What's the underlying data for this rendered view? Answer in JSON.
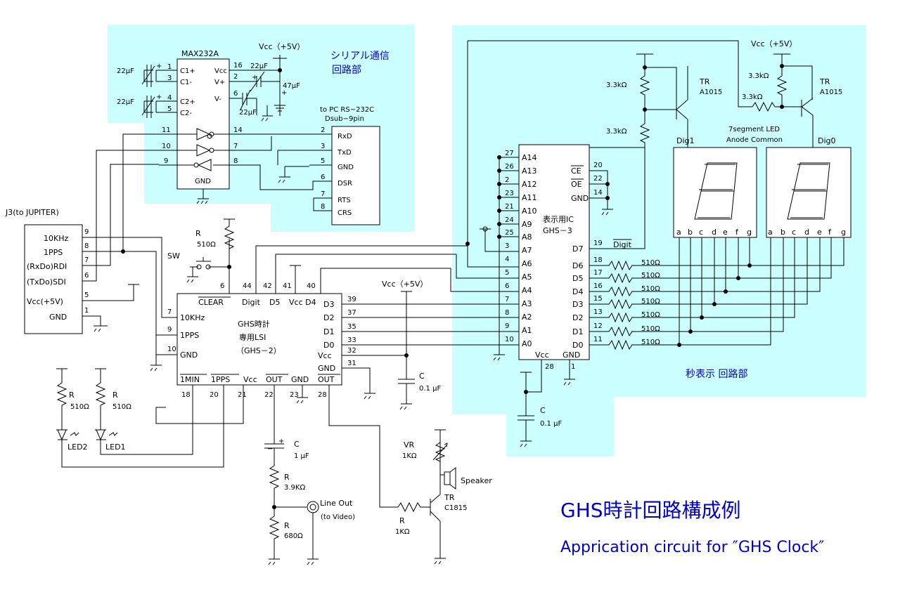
{
  "regions": {
    "serial": {
      "label_line1": "シリアル通信",
      "label_line2": "回路部",
      "color": "#ccffff"
    },
    "seconds": {
      "label": "秒表示 回路部",
      "color": "#ccffff"
    }
  },
  "title": {
    "jp": "GHS時計回路構成例",
    "en": "Apprication circuit for ″GHS Clock″",
    "color": "#0000cc"
  },
  "max232": {
    "name": "MAX232A",
    "left_pins": [
      {
        "num": "1",
        "label": "C1+"
      },
      {
        "num": "3",
        "label": "C1-"
      },
      {
        "num": "4",
        "label": "C2+"
      },
      {
        "num": "5",
        "label": "C2-"
      }
    ],
    "right_pins": [
      {
        "num": "16",
        "label": "Vcc"
      },
      {
        "num": "2",
        "label": "V+"
      },
      {
        "num": "6",
        "label": "V-"
      }
    ],
    "io_left": [
      "11",
      "10",
      "9"
    ],
    "io_right": [
      "14",
      "7",
      "8"
    ],
    "gnd": "GND",
    "cap_labels": [
      "22μF",
      "22μF",
      "22μF",
      "22μF",
      "47μF"
    ],
    "vcc": "Vcc（+5V）"
  },
  "dsub": {
    "title_line1": "to PC RS−232C",
    "title_line2": "Dsub−9pin",
    "pins": [
      {
        "num": "2",
        "label": "RxD"
      },
      {
        "num": "3",
        "label": "TxD"
      },
      {
        "num": "5",
        "label": "GND"
      },
      {
        "num": "6",
        "label": "DSR"
      },
      {
        "num": "7",
        "label": "RTS"
      },
      {
        "num": "8",
        "label": "CRS"
      }
    ]
  },
  "j3": {
    "title": "J3(to JUPITER)",
    "pins": [
      {
        "num": "9",
        "label": "10KHz"
      },
      {
        "num": "8",
        "label": "1PPS"
      },
      {
        "num": "7",
        "label": "(RxDo)RDI"
      },
      {
        "num": "6",
        "label": "(TxDo)SDI"
      },
      {
        "num": "5",
        "label": "Vcc(+5V)"
      },
      {
        "num": "1",
        "label": "GND"
      }
    ]
  },
  "ghs2": {
    "name_line1": "GHS時計",
    "name_line2": "専用LSI",
    "name_line3": "（GHS－2）",
    "top_labels": [
      "CLEAR",
      "Digit",
      "D5",
      "Vcc D4"
    ],
    "top_pins": [
      "6",
      "44",
      "42",
      "41",
      "40"
    ],
    "left_pins": [
      {
        "num": "7",
        "label": "10KHz"
      },
      {
        "num": "9",
        "label": "1PPS"
      },
      {
        "num": "10",
        "label": "GND"
      }
    ],
    "right_pins": [
      {
        "num": "39",
        "label": "D3"
      },
      {
        "num": "37",
        "label": "D2"
      },
      {
        "num": "35",
        "label": "D1"
      },
      {
        "num": "33",
        "label": "D0"
      },
      {
        "num": "32",
        "label": "Vcc"
      },
      {
        "num": "31",
        "label": "GND"
      }
    ],
    "bottom_labels": [
      "1MIN",
      "1PPS",
      "Vcc",
      "OUT",
      "GND",
      "OUT"
    ],
    "bottom_pins": [
      "18",
      "20",
      "21",
      "22",
      "23",
      "28"
    ]
  },
  "ghs3": {
    "name_line1": "表示用IC",
    "name_line2": "GHS－3",
    "left_pins": [
      {
        "num": "27",
        "label": "A14"
      },
      {
        "num": "26",
        "label": "A13"
      },
      {
        "num": "2",
        "label": "A12"
      },
      {
        "num": "23",
        "label": "A11"
      },
      {
        "num": "21",
        "label": "A10"
      },
      {
        "num": "24",
        "label": "A9"
      },
      {
        "num": "25",
        "label": "A8"
      },
      {
        "num": "3",
        "label": "A7"
      },
      {
        "num": "4",
        "label": "A6"
      },
      {
        "num": "5",
        "label": "A5"
      },
      {
        "num": "6",
        "label": "A4"
      },
      {
        "num": "7",
        "label": "A3"
      },
      {
        "num": "8",
        "label": "A2"
      },
      {
        "num": "9",
        "label": "A1"
      },
      {
        "num": "10",
        "label": "A0"
      }
    ],
    "right_top": [
      {
        "num": "20",
        "label": "CE"
      },
      {
        "num": "22",
        "label": "OE"
      },
      {
        "num": "14",
        "label": "GND"
      }
    ],
    "right_pins": [
      {
        "num": "19",
        "label": "D7",
        "ext": "Digit"
      },
      {
        "num": "18",
        "label": "D6",
        "res": "510Ω"
      },
      {
        "num": "17",
        "label": "D5",
        "res": "510Ω"
      },
      {
        "num": "16",
        "label": "D4",
        "res": "510Ω"
      },
      {
        "num": "15",
        "label": "D3",
        "res": "510Ω"
      },
      {
        "num": "13",
        "label": "D2",
        "res": "510Ω"
      },
      {
        "num": "12",
        "label": "D1",
        "res": "510Ω"
      },
      {
        "num": "11",
        "label": "D0",
        "res": "510Ω"
      }
    ],
    "bottom": [
      {
        "num": "28",
        "label": "Vcc"
      },
      {
        "num": "1",
        "label": "GND"
      }
    ]
  },
  "display": {
    "title_line1": "7segment LED",
    "title_line2": "Anode Common",
    "digits": [
      "Dig1",
      "Dig0"
    ],
    "segments": [
      "a",
      "b",
      "c",
      "d",
      "e",
      "f",
      "g"
    ],
    "tr": "TR",
    "tr_part": "A1015",
    "res": "3.3kΩ",
    "vcc": "Vcc（+5V）"
  },
  "parts": {
    "r_sw": {
      "line1": "R",
      "line2": "510Ω"
    },
    "sw": "SW",
    "vcc_mid": "Vcc（+5V）",
    "c_mid": {
      "line1": "C",
      "line2": "0.1 μF"
    },
    "c_ghs3": {
      "line1": "C",
      "line2": "0.1 μF"
    },
    "led2": {
      "r1": "R",
      "r2": "510Ω",
      "name": "LED2"
    },
    "led1": {
      "r1": "R",
      "r2": "510Ω",
      "name": "LED1"
    },
    "c_out": {
      "line1": "C",
      "line2": "1 μF"
    },
    "r_39": {
      "line1": "R",
      "line2": "3.9KΩ"
    },
    "r_680": {
      "line1": "R",
      "line2": "680Ω"
    },
    "line_out": {
      "line1": "Line Out",
      "line2": "(to Video)"
    },
    "vr": {
      "line1": "VR",
      "line2": "1KΩ"
    },
    "speaker": "Speaker",
    "tr_c1815": {
      "line1": "TR",
      "line2": "C1815"
    },
    "r_1k": {
      "line1": "R",
      "line2": "1KΩ"
    }
  }
}
